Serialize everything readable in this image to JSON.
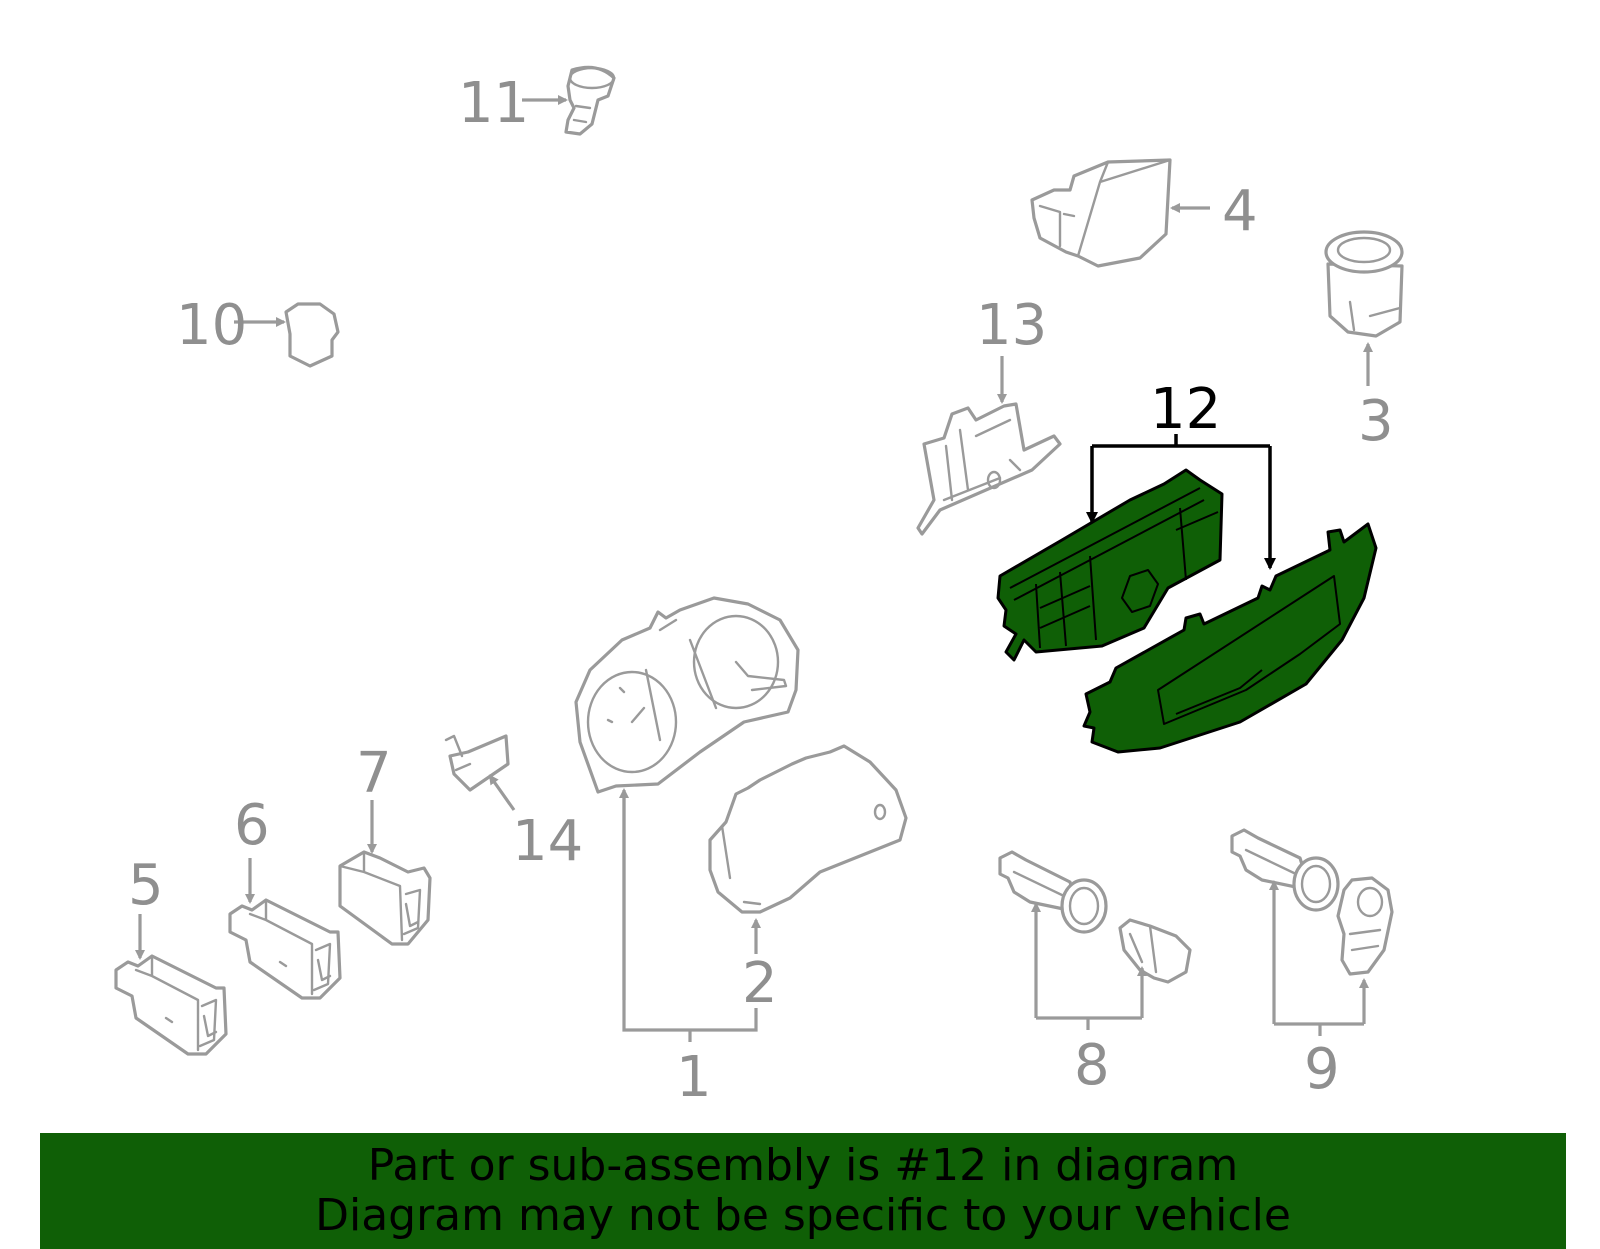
{
  "diagram": {
    "callouts": {
      "c1": "1",
      "c2": "2",
      "c3": "3",
      "c4": "4",
      "c5": "5",
      "c6": "6",
      "c7": "7",
      "c8": "8",
      "c9": "9",
      "c10": "10",
      "c11": "11",
      "c12": "12",
      "c13": "13",
      "c14": "14"
    },
    "highlighted_part": "12"
  },
  "banner": {
    "line1": "Part or sub-assembly is #12 in diagram",
    "line2": "Diagram may not be specific to your vehicle"
  },
  "colors": {
    "highlight_fill": "#0f5f06",
    "banner_background": "#0f5f06",
    "part_outline": "#9a9a9a",
    "highlight_outline": "#000000",
    "text_dark": "#000000"
  }
}
